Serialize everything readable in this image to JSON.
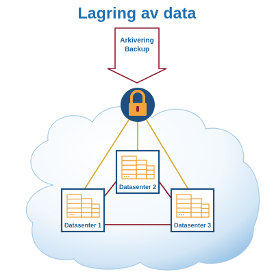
{
  "title": "Lagring av data",
  "arrow": {
    "line1": "Arkivering",
    "line2": "Backup"
  },
  "datacenters": [
    {
      "label": "Datasenter 2"
    },
    {
      "label": "Datasenter 1"
    },
    {
      "label": "Datasenter 3"
    }
  ],
  "colors": {
    "title": "#1f6fb0",
    "label": "#1a5f98",
    "frame": "#1f4f80",
    "arrow_outline": "#8b1e2e",
    "lock_circle": "#1f4f80",
    "lock_body": "#f2a33a",
    "server": "#f2a33a",
    "mesh_line": "#8b1e2e",
    "lock_line": "#d4ad3a"
  }
}
